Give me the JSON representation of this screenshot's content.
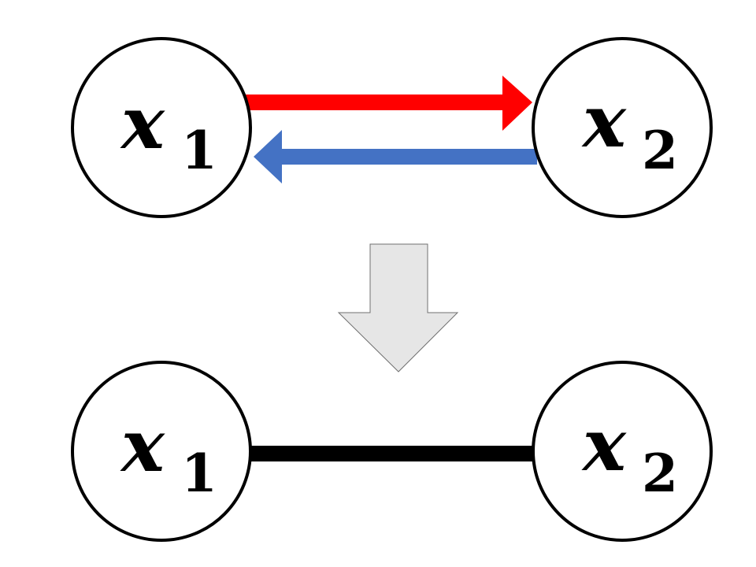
{
  "top_pair": {
    "left_node": {
      "variable": "x",
      "subscript": "1"
    },
    "right_node": {
      "variable": "x",
      "subscript": "2"
    },
    "forward_arrow_color": "#ff0000",
    "backward_arrow_color": "#4472c4"
  },
  "transition_arrow": {
    "fill": "#e6e6e6",
    "stroke": "#707070"
  },
  "bottom_pair": {
    "left_node": {
      "variable": "x",
      "subscript": "1"
    },
    "right_node": {
      "variable": "x",
      "subscript": "2"
    },
    "edge_color": "#000000"
  }
}
